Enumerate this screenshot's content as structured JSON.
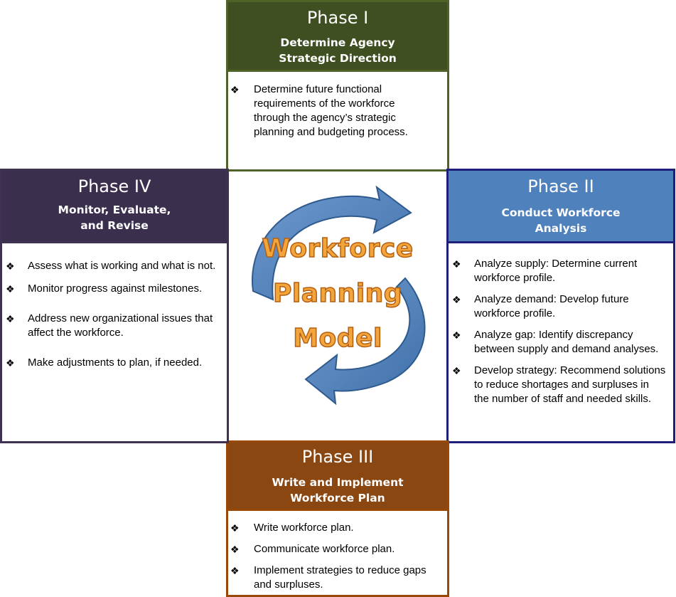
{
  "phase1": {
    "title": "Phase I",
    "subtitle_line1": "Determine Agency",
    "subtitle_line2": "Strategic Direction",
    "items": [
      "Determine future functional requirements of the workforce through the agency’s strategic planning and budgeting process."
    ]
  },
  "phase2": {
    "title": "Phase II",
    "subtitle_line1": "Conduct Workforce",
    "subtitle_line2": "Analysis",
    "items": [
      "Analyze supply: Determine current workforce profile.",
      "Analyze demand: Develop future workforce profile.",
      "Analyze gap: Identify discrepancy between supply and demand analyses.",
      "Develop strategy: Recommend solutions to reduce shortages and surpluses in the number of staff and needed skills."
    ]
  },
  "phase3": {
    "title": "Phase III",
    "subtitle_line1": "Write and Implement",
    "subtitle_line2": "Workforce Plan",
    "items": [
      "Write workforce plan.",
      "Communicate workforce plan.",
      "Implement strategies to reduce gaps and surpluses."
    ]
  },
  "phase4": {
    "title": "Phase IV",
    "subtitle_line1": "Monitor, Evaluate,",
    "subtitle_line2": "and Revise",
    "items": [
      "Assess what is working and what is not.",
      "Monitor progress against milestones.",
      "Address new organizational issues that affect the workforce.",
      "Make adjustments to plan, if needed."
    ]
  },
  "center": {
    "line1": "Workforce",
    "line2": "Planning",
    "line3": "Model"
  },
  "bullet": "❖",
  "colors": {
    "phase1_header": "#3f4f22",
    "phase2_header": "#4f81bd",
    "phase3_header": "#8a4712",
    "phase4_header": "#3b2f4e",
    "arrow": "#4f81bd",
    "title_fill": "#f2a53a"
  }
}
